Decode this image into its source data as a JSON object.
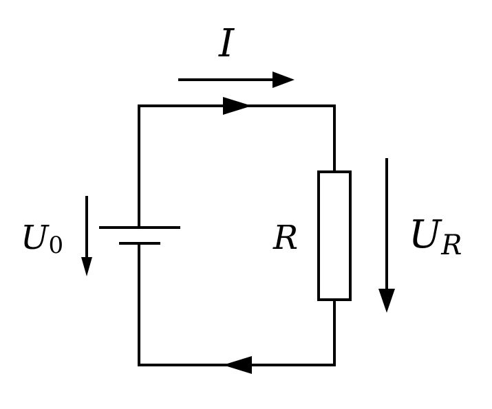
{
  "labels": {
    "current": "I",
    "source_voltage": "U",
    "source_voltage_subscript": "0",
    "resistor": "R",
    "resistor_voltage": "U",
    "resistor_voltage_subscript": "R"
  },
  "colors": {
    "stroke": "#000000",
    "background": "#ffffff"
  }
}
